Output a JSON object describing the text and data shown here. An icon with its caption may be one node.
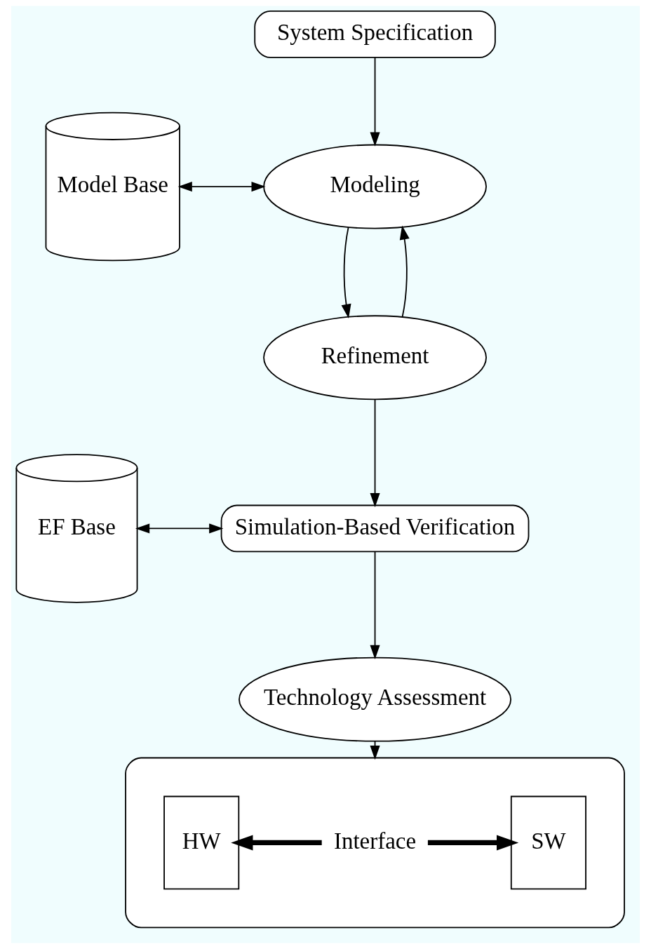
{
  "diagram": {
    "nodes": [
      {
        "text": [
          "System Specification"
        ]
      },
      {
        "text": [
          "Model Base"
        ]
      },
      {
        "text": [
          "Modeling"
        ]
      },
      {
        "text": [
          "Refinement"
        ]
      },
      {
        "text": [
          "EF Base"
        ]
      },
      {
        "text": [
          "Simulation-Based Verification"
        ]
      },
      {
        "text": [
          "Technology Assessment"
        ]
      },
      {
        "text": [],
        "shape": "box"
      },
      {
        "text": [
          "HW"
        ],
        "in": 7
      },
      {
        "text": [
          "Interface"
        ],
        "in": 7
      },
      {
        "text": [
          "SW"
        ],
        "in": 7
      }
    ],
    "edges": [
      {
        "from": 0,
        "to": 2,
        "arrow": "to"
      },
      {
        "from": 1,
        "to": 2,
        "arrow": "both"
      },
      {
        "from": 2,
        "to": 3,
        "arrow": "to"
      },
      {
        "from": 3,
        "to": 2,
        "arrow": "to"
      },
      {
        "from": 3,
        "to": 5,
        "arrow": "to"
      },
      {
        "from": 4,
        "to": 5,
        "arrow": "both"
      },
      {
        "from": 5,
        "to": 6,
        "arrow": "to"
      },
      {
        "from": 6,
        "to": 7,
        "arrow": "to"
      },
      {
        "from": 9,
        "to": 8,
        "arrow": "to",
        "style": "thick"
      },
      {
        "from": 9,
        "to": 10,
        "arrow": "to",
        "style": "thick"
      }
    ]
  }
}
